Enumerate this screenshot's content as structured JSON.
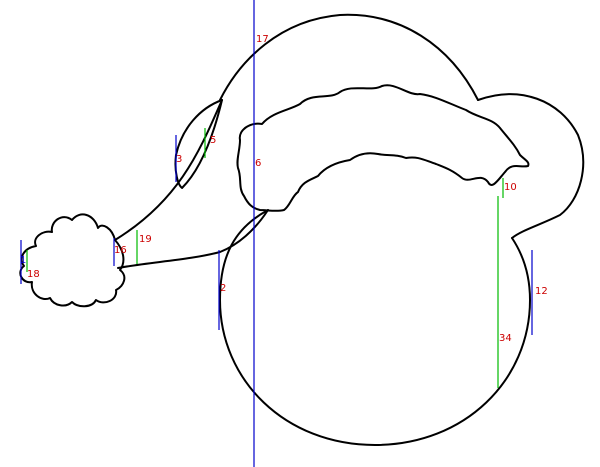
{
  "colors": {
    "outline": "#000000",
    "guide_blue": "#0000cc",
    "guide_green": "#00bb00",
    "label_red": "#cc0000",
    "label_blue": "#0000cc"
  },
  "labels": {
    "l17": "17",
    "l5": "5",
    "l3": "3",
    "l6": "6",
    "l10": "10",
    "l19": "19",
    "l16": "16",
    "l18": "18",
    "l1": "1",
    "l2": "2",
    "l12": "12",
    "l34": "34"
  }
}
